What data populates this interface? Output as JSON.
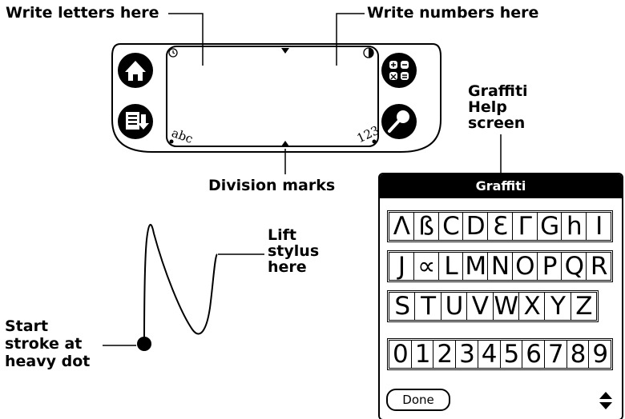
{
  "labels": {
    "write_letters": "Write letters here",
    "write_numbers": "Write numbers here",
    "division_marks": "Division marks",
    "graffiti_help_line1": "Graffiti",
    "graffiti_help_line2": "Help",
    "graffiti_help_line3": "screen",
    "lift_line1": "Lift",
    "lift_line2": "stylus",
    "lift_line3": "here",
    "start_line1": "Start",
    "start_line2": "stroke at",
    "start_line3": "heavy dot"
  },
  "writing_area": {
    "abc_label": "abc",
    "num_label": "123"
  },
  "icons": {
    "left_top": "home-icon",
    "left_bottom": "menu-icon",
    "right_top": "calculator-icon",
    "right_bottom": "find-icon"
  },
  "help_screen": {
    "title": "Graffiti",
    "rows": [
      [
        "Λ",
        "ß",
        "C",
        "D",
        "Ɛ",
        "Γ",
        "G",
        "h",
        "I"
      ],
      [
        "J",
        "∝",
        "L",
        "M",
        "N",
        "O",
        "P",
        "Q",
        "R"
      ],
      [
        "S",
        "T",
        "U",
        "V",
        "W",
        "X",
        "Y",
        "Z"
      ],
      [
        "0",
        "1",
        "2",
        "3",
        "4",
        "5",
        "6",
        "7",
        "8",
        "9"
      ]
    ],
    "done_label": "Done"
  }
}
